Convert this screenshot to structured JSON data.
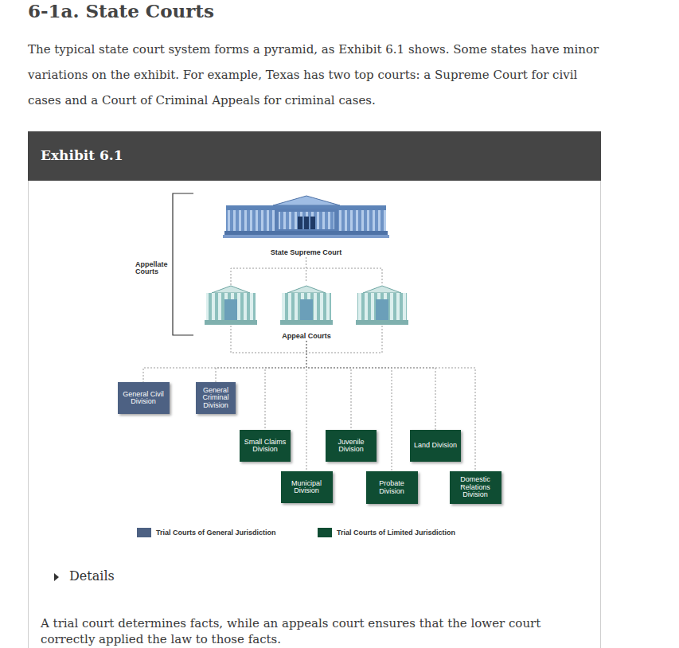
{
  "diagram": {
    "title": "6-1a. State Courts",
    "nodes": [
      {
        "text": [
          "State Supreme Court"
        ]
      },
      {
        "text": [
          "Appeal Courts"
        ]
      },
      {
        "text": [
          "General Civil Division"
        ]
      },
      {
        "text": [
          "General Criminal Division"
        ]
      },
      {
        "text": [
          "Small Claims Division"
        ]
      },
      {
        "text": [
          "Juvenile Division"
        ]
      },
      {
        "text": [
          "Land Division"
        ]
      },
      {
        "text": [
          "Municipal Division"
        ]
      },
      {
        "text": [
          "Probate Division"
        ]
      },
      {
        "text": [
          "Domestic Relations Division"
        ]
      }
    ],
    "edges": [
      {
        "from": 0,
        "to": 1,
        "arrow": "none"
      },
      {
        "from": 1,
        "to": 2,
        "arrow": "none"
      },
      {
        "from": 1,
        "to": 3,
        "arrow": "none"
      },
      {
        "from": 1,
        "to": 4,
        "arrow": "none"
      },
      {
        "from": 1,
        "to": 5,
        "arrow": "none"
      },
      {
        "from": 1,
        "to": 6,
        "arrow": "none"
      },
      {
        "from": 1,
        "to": 7,
        "arrow": "none"
      },
      {
        "from": 1,
        "to": 8,
        "arrow": "none"
      },
      {
        "from": 1,
        "to": 9,
        "arrow": "none"
      }
    ],
    "labels": [
      "The typical state court system forms a pyramid, as Exhibit 6.1 shows. Some states have minor variations on the exhibit. For example, Texas has two top courts: a Supreme Court for civil cases and a Court of Criminal Appeals for criminal cases.",
      "Exhibit 6.1",
      "Appellate Courts",
      "Details",
      "A trial court determines facts, while an appeals court ensures that the lower court correctly applied the law to those facts."
    ],
    "legend": [
      {
        "text": "Trial Courts of General Jurisdiction",
        "color": "#4d6183"
      },
      {
        "text": "Trial Courts of Limited Jurisdiction",
        "color": "#0f4d33"
      }
    ]
  }
}
